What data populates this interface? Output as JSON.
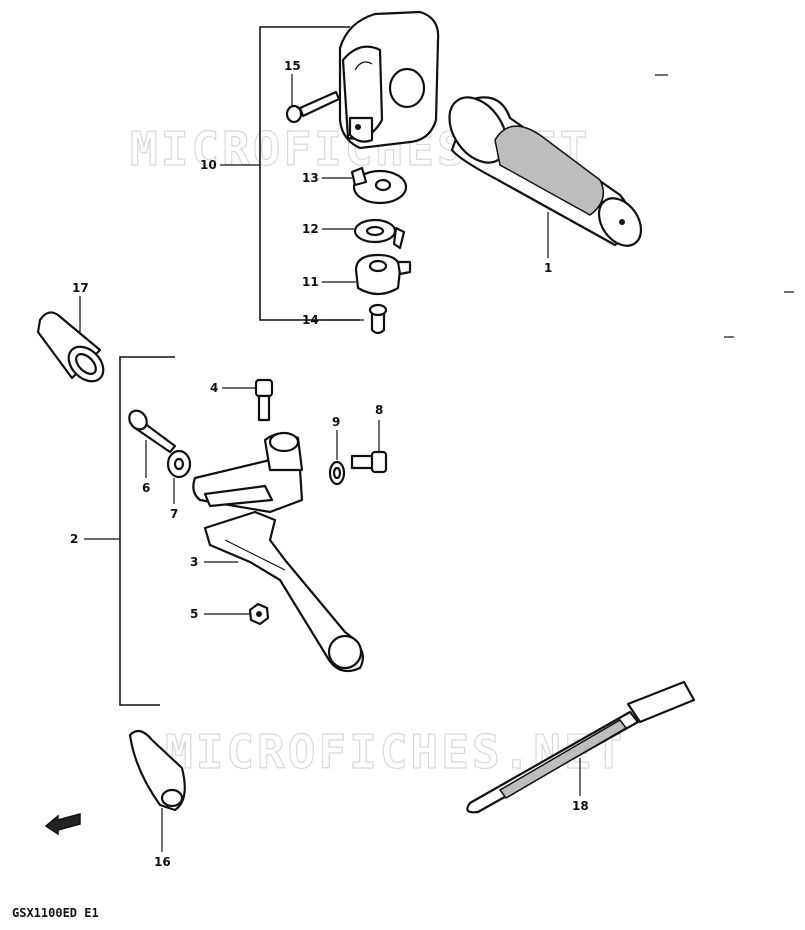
{
  "watermark": {
    "top": "MICROFICHES.NET",
    "bottom": "MICROFICHES.NET"
  },
  "caption": "GSX1100ED E1",
  "labels": {
    "p1": "1",
    "p2": "2",
    "p3": "3",
    "p4": "4",
    "p5": "5",
    "p6": "6",
    "p7": "7",
    "p8": "8",
    "p9": "9",
    "p10": "10",
    "p11": "11",
    "p12": "12",
    "p13": "13",
    "p14": "14",
    "p15": "15",
    "p16": "16",
    "p17": "17",
    "p18": "18"
  },
  "colors": {
    "line": "#111111",
    "watermark": "#d8d8d8",
    "background": "#ffffff"
  }
}
